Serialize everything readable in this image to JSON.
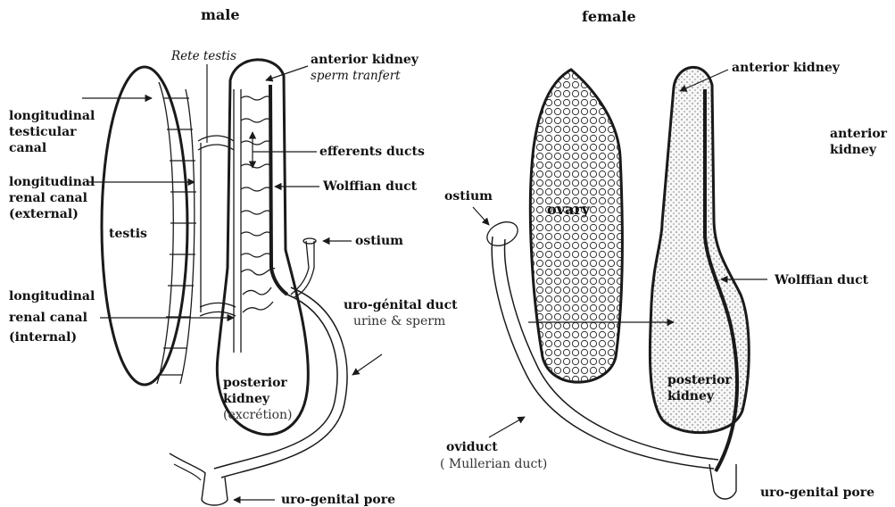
{
  "male": {
    "title": "male",
    "labels": {
      "rete_testis": "Rete testis",
      "anterior_kidney": "anterior kidney",
      "sperm_transfer": "sperm tranfert",
      "longitudinal_testicular_canal": [
        "longitudinal",
        "testicular",
        "canal"
      ],
      "longitudinal_renal_canal_external": [
        "longitudinal",
        "renal canal",
        "(external)"
      ],
      "testis": "testis",
      "efferents_ducts": "efferents ducts",
      "wolffian_duct": "Wolffian duct",
      "ostium": "ostium",
      "longitudinal_renal_canal_internal": [
        "longitudinal",
        "renal canal",
        "(internal)"
      ],
      "uro_genital_duct": "uro-génital duct",
      "urine_sperm": "urine & sperm",
      "posterior_kidney": [
        "posterior",
        "kidney"
      ],
      "excretion": "(excrétion)",
      "uro_genital_pore": "uro-genital pore"
    }
  },
  "female": {
    "title": "female",
    "labels": {
      "anterior_kidney": "anterior kidney",
      "anterior_kidney_side": [
        "anterior",
        "kidney"
      ],
      "ostium": "ostium",
      "ovary": "ovary",
      "wolffian_duct": "Wolffian duct",
      "posterior_kidney": [
        "posterior",
        "kidney"
      ],
      "oviduct": "oviduct",
      "mullerian_duct": "( Mullerian duct)",
      "uro_genital_pore": "uro-genital pore"
    }
  }
}
